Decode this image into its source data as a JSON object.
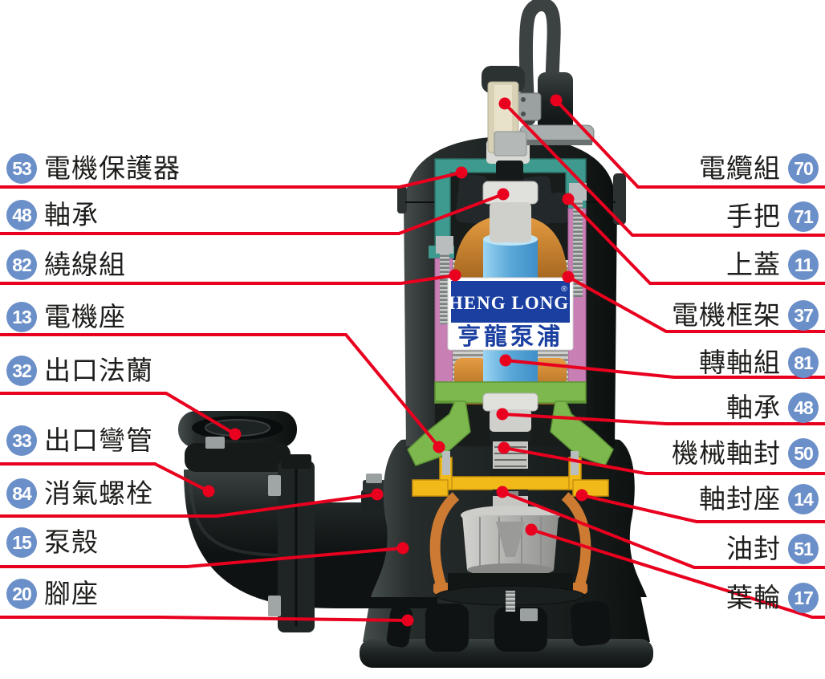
{
  "brand": {
    "logo_en": "HENG LONG",
    "logo_reg": "®",
    "logo_zh": "亨龍泵浦"
  },
  "colors": {
    "callout_red": "#e8001e",
    "badge_blue": "#6b8fc8",
    "logo_blue": "#1a3fa0",
    "top_cover_teal": "#3e9a8e",
    "frame_pink": "#c77fb4",
    "winding_copper": "#c8832a",
    "seat_green": "#7cb84e",
    "seal_seat_yellow": "#f2ba18",
    "casing_orange": "#cd7a33",
    "rotor_blue": "#5aa7d8"
  },
  "callouts": {
    "left": [
      {
        "num": "53",
        "label": "電機保護器"
      },
      {
        "num": "48",
        "label": "軸承"
      },
      {
        "num": "82",
        "label": "繞線組"
      },
      {
        "num": "13",
        "label": "電機座"
      },
      {
        "num": "32",
        "label": "出口法蘭"
      },
      {
        "num": "33",
        "label": "出口彎管"
      },
      {
        "num": "84",
        "label": "消氣螺栓"
      },
      {
        "num": "15",
        "label": "泵殼"
      },
      {
        "num": "20",
        "label": "腳座"
      }
    ],
    "right": [
      {
        "num": "70",
        "label": "電纜組"
      },
      {
        "num": "71",
        "label": "手把"
      },
      {
        "num": "11",
        "label": "上蓋"
      },
      {
        "num": "37",
        "label": "電機框架"
      },
      {
        "num": "81",
        "label": "轉軸組"
      },
      {
        "num": "48",
        "label": "軸承"
      },
      {
        "num": "50",
        "label": "機械軸封"
      },
      {
        "num": "14",
        "label": "軸封座"
      },
      {
        "num": "51",
        "label": "油封"
      },
      {
        "num": "17",
        "label": "葉輪"
      }
    ]
  }
}
